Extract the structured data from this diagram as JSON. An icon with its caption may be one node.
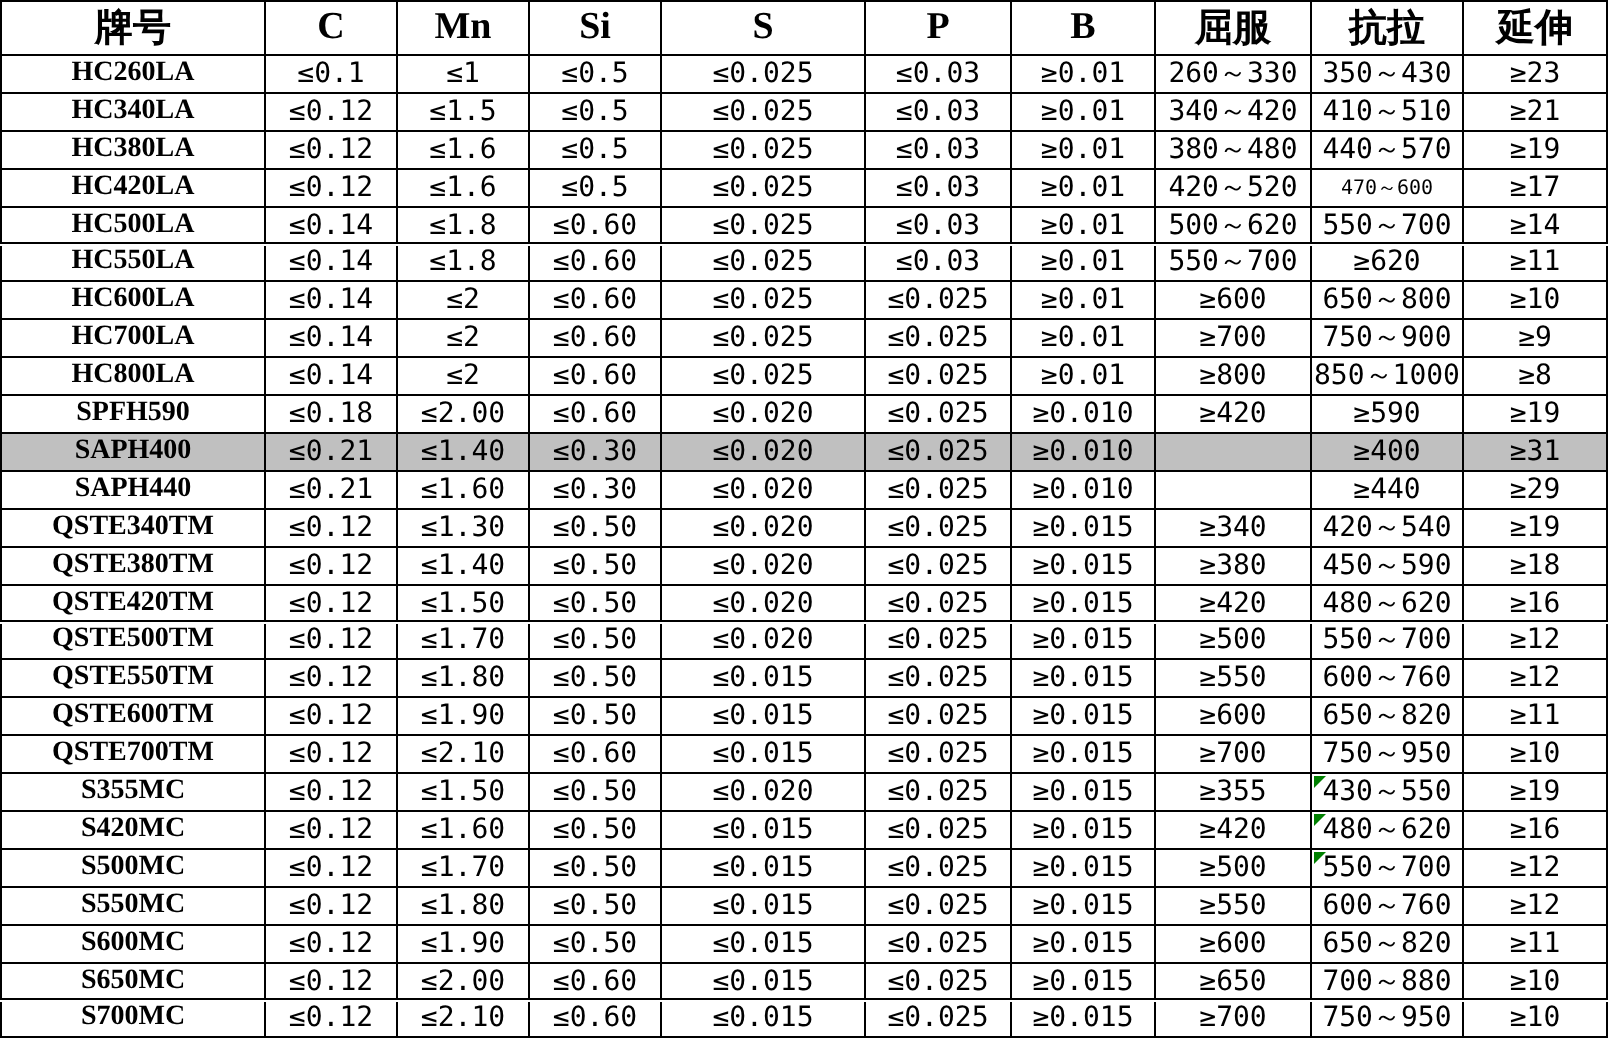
{
  "diagram": {
    "labels": [
      "牌号",
      "C",
      "Mn",
      "Si",
      "S",
      "P",
      "B",
      "屈服",
      "抗拉",
      "延伸",
      "HC260LA",
      "≤0.1",
      "≤1",
      "≤0.5",
      "≤0.025",
      "≤0.03",
      "≥0.01",
      "260～330",
      "350～430",
      "≥23",
      "HC340LA",
      "≤0.12",
      "≤1.5",
      "≤0.5",
      "≤0.025",
      "≤0.03",
      "≥0.01",
      "340～420",
      "410～510",
      "≥21",
      "HC380LA",
      "≤0.12",
      "≤1.6",
      "≤0.5",
      "≤0.025",
      "≤0.03",
      "≥0.01",
      "380～480",
      "440～570",
      "≥19",
      "HC420LA",
      "≤0.12",
      "≤1.6",
      "≤0.5",
      "≤0.025",
      "≤0.03",
      "≥0.01",
      "420～520",
      "470～600",
      "≥17",
      "HC500LA",
      "≤0.14",
      "≤1.8",
      "≤0.60",
      "≤0.025",
      "≤0.03",
      "≥0.01",
      "500～620",
      "550～700",
      "≥14",
      "HC550LA",
      "≤0.14",
      "≤1.8",
      "≤0.60",
      "≤0.025",
      "≤0.03",
      "≥0.01",
      "550～700",
      "≥620",
      "≥11",
      "HC600LA",
      "≤0.14",
      "≤2",
      "≤0.60",
      "≤0.025",
      "≤0.025",
      "≥0.01",
      "≥600",
      "650～800",
      "≥10",
      "HC700LA",
      "≤0.14",
      "≤2",
      "≤0.60",
      "≤0.025",
      "≤0.025",
      "≥0.01",
      "≥700",
      "750～900",
      "≥9",
      "HC800LA",
      "≤0.14",
      "≤2",
      "≤0.60",
      "≤0.025",
      "≤0.025",
      "≥0.01",
      "≥800",
      "850～1000",
      "≥8",
      "SPFH590",
      "≤0.18",
      "≤2.00",
      "≤0.60",
      "≤0.020",
      "≤0.025",
      "≥0.010",
      "≥420",
      "≥590",
      "≥19",
      "SAPH400",
      "≤0.21",
      "≤1.40",
      "≤0.30",
      "≤0.020",
      "≤0.025",
      "≥0.010",
      "≥400",
      "≥31",
      "SAPH440",
      "≤0.21",
      "≤1.60",
      "≤0.30",
      "≤0.020",
      "≤0.025",
      "≥0.010",
      "≥440",
      "≥29",
      "QSTE340TM",
      "≤0.12",
      "≤1.30",
      "≤0.50",
      "≤0.020",
      "≤0.025",
      "≥0.015",
      "≥340",
      "420～540",
      "≥19",
      "QSTE380TM",
      "≤0.12",
      "≤1.40",
      "≤0.50",
      "≤0.020",
      "≤0.025",
      "≥0.015",
      "≥380",
      "450～590",
      "≥18",
      "QSTE420TM",
      "≤0.12",
      "≤1.50",
      "≤0.50",
      "≤0.020",
      "≤0.025",
      "≥0.015",
      "≥420",
      "480～620",
      "≥16",
      "QSTE500TM",
      "≤0.12",
      "≤1.70",
      "≤0.50",
      "≤0.020",
      "≤0.025",
      "≥0.015",
      "≥500",
      "550～700",
      "≥12",
      "QSTE550TM",
      "≤0.12",
      "≤1.80",
      "≤0.50",
      "≤0.015",
      "≤0.025",
      "≥0.015",
      "≥550",
      "600～760",
      "≥12",
      "QSTE600TM",
      "≤0.12",
      "≤1.90",
      "≤0.50",
      "≤0.015",
      "≤0.025",
      "≥0.015",
      "≥600",
      "650～820",
      "≥11",
      "QSTE700TM",
      "≤0.12",
      "≤2.10",
      "≤0.60",
      "≤0.015",
      "≤0.025",
      "≥0.015",
      "≥700",
      "750～950",
      "≥10",
      "S355MC",
      "≤0.12",
      "≤1.50",
      "≤0.50",
      "≤0.020",
      "≤0.025",
      "≥0.015",
      "≥355",
      "430～550",
      "≥19",
      "S420MC",
      "≤0.12",
      "≤1.60",
      "≤0.50",
      "≤0.015",
      "≤0.025",
      "≥0.015",
      "≥420",
      "480～620",
      "≥16",
      "S500MC",
      "≤0.12",
      "≤1.70",
      "≤0.50",
      "≤0.015",
      "≤0.025",
      "≥0.015",
      "≥500",
      "550～700",
      "≥12",
      "S550MC",
      "≤0.12",
      "≤1.80",
      "≤0.50",
      "≤0.015",
      "≤0.025",
      "≥0.015",
      "≥550",
      "600～760",
      "≥12",
      "S600MC",
      "≤0.12",
      "≤1.90",
      "≤0.50",
      "≤0.015",
      "≤0.025",
      "≥0.015",
      "≥600",
      "650～820",
      "≥11",
      "S650MC",
      "≤0.12",
      "≤2.00",
      "≤0.60",
      "≤0.015",
      "≤0.025",
      "≥0.015",
      "≥650",
      "700～880",
      "≥10",
      "S700MC",
      "≤0.12",
      "≤2.10",
      "≤0.60",
      "≤0.015",
      "≤0.025",
      "≥0.015",
      "≥700",
      "750～950",
      "≥10"
    ]
  }
}
